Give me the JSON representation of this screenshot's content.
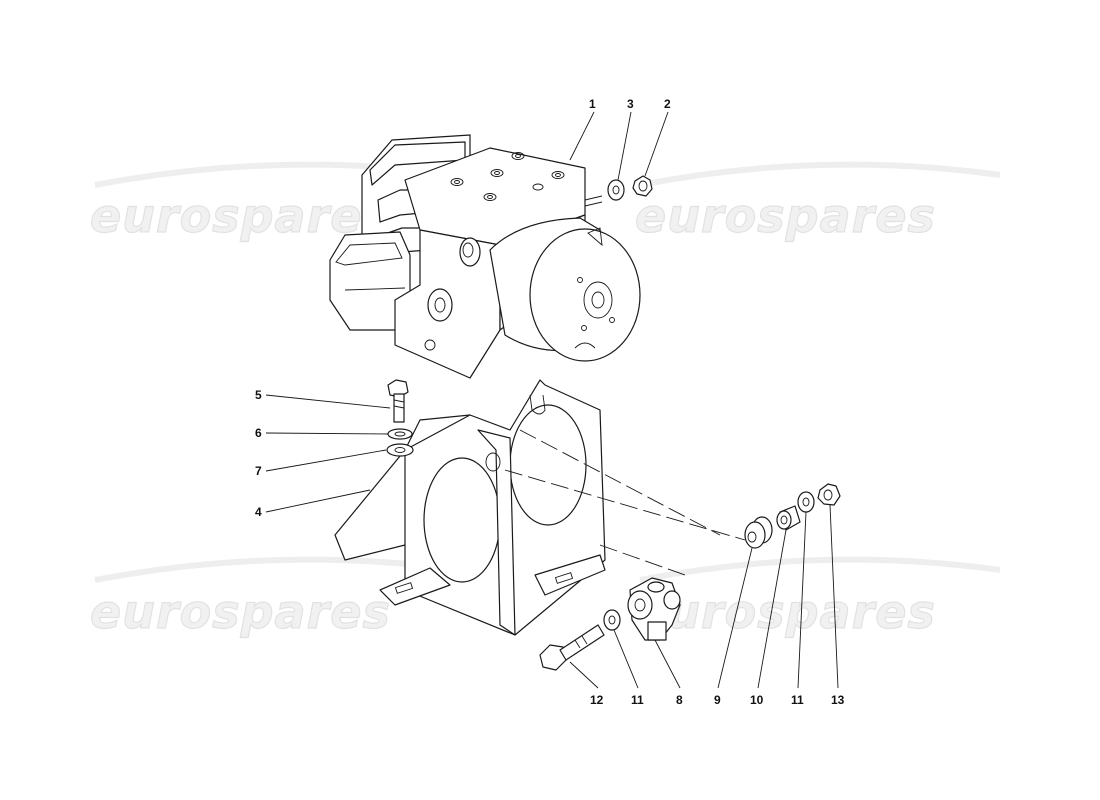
{
  "watermark": {
    "text": "eurospares",
    "color": "#e6e6e6"
  },
  "callouts": {
    "c1": "1",
    "c2": "2",
    "c3": "3",
    "c4": "4",
    "c5": "5",
    "c6": "6",
    "c7": "7",
    "c8": "8",
    "c9": "9",
    "c10": "10",
    "c11a": "11",
    "c11b": "11",
    "c12": "12",
    "c13": "13"
  }
}
